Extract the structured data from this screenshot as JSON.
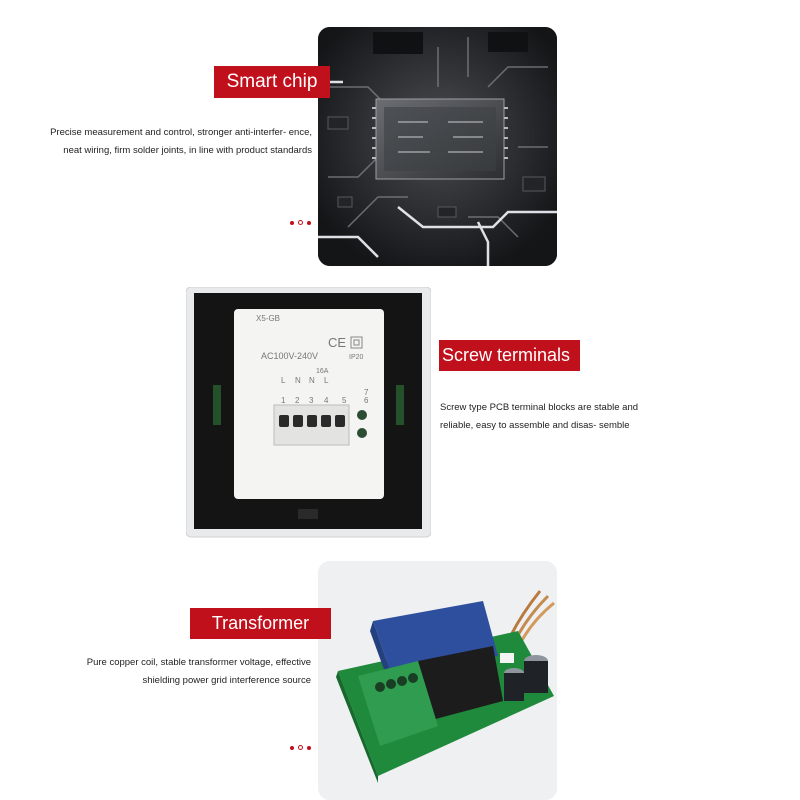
{
  "sections": {
    "smart_chip": {
      "title": "Smart chip",
      "description": "Precise measurement and control, stronger anti-interfer- ence, neat wiring, firm solder joints, in line with product standards"
    },
    "screw_terminals": {
      "title": "Screw terminals",
      "description": "Screw type PCB terminal blocks are stable and reliable, easy to assemble and disas- semble",
      "device": {
        "model": "X5-GB",
        "ce_mark": "CE",
        "ip_rating": "IP20",
        "voltage": "AC100V-240V",
        "current": "16A",
        "terminal_letters": [
          "L",
          "N",
          "N",
          "L"
        ],
        "terminal_numbers": [
          "1",
          "2",
          "3",
          "4",
          "5",
          "6",
          "7"
        ]
      }
    },
    "transformer": {
      "title": "Transformer",
      "description": "Pure copper coil, stable transformer voltage, effective shielding power grid interference source"
    }
  },
  "colors": {
    "accent": "#c0101c",
    "text": "#222222",
    "background": "#ffffff"
  }
}
